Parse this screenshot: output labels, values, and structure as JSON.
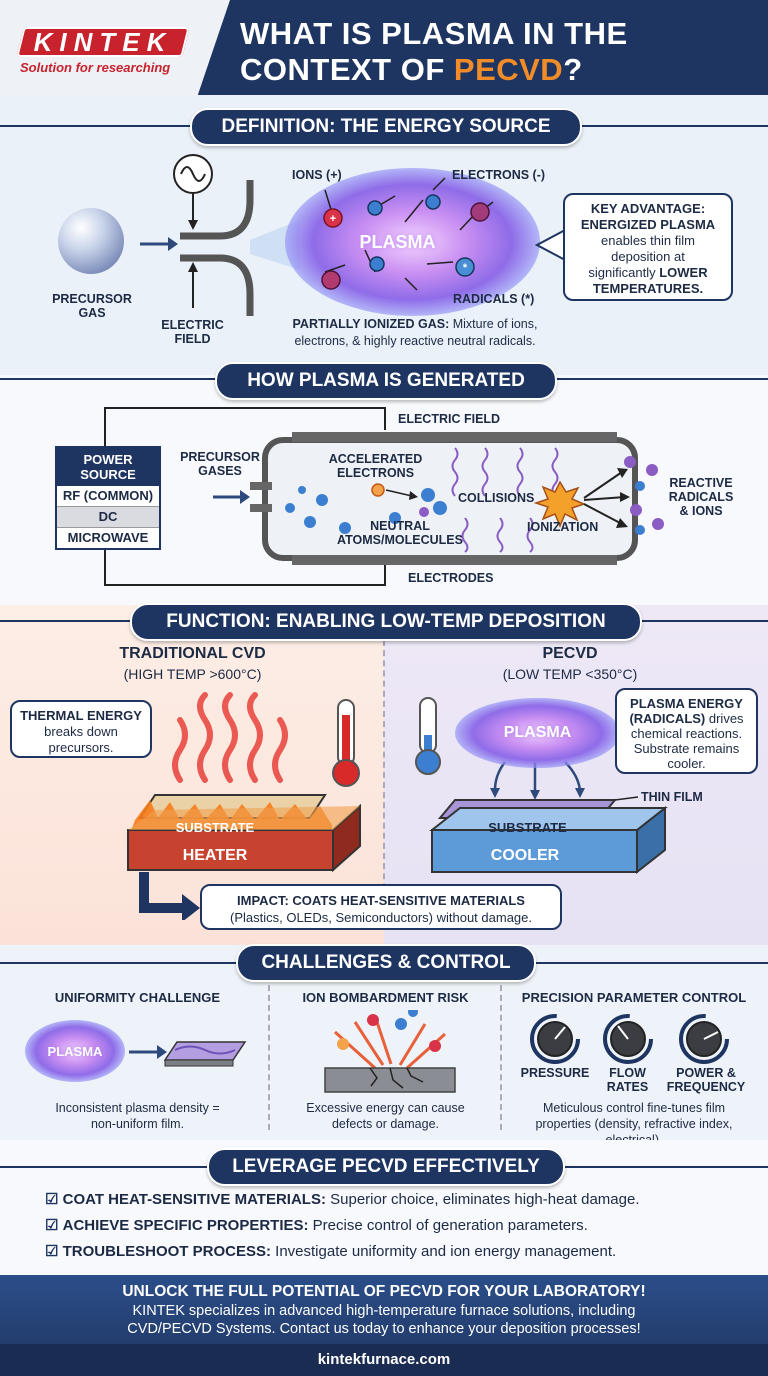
{
  "header": {
    "logo": "KINTEK",
    "tagline": "Solution for researching",
    "title_line1": "WHAT IS PLASMA IN THE",
    "title_line2_prefix": "CONTEXT OF ",
    "title_accent": "PECVD",
    "title_suffix": "?"
  },
  "definition": {
    "banner": "DEFINITION: THE ENERGY SOURCE",
    "precursor_gas": [
      "PRECURSOR",
      "GAS"
    ],
    "electric_field": [
      "ELECTRIC",
      "FIELD"
    ],
    "ions": "IONS (+)",
    "electrons": "ELECTRONS (-)",
    "plasma": "PLASMA",
    "radicals": "RADICALS (*)",
    "partial_bold": "PARTIALLY IONIZED GAS:",
    "partial_text1": " Mixture of ions,",
    "partial_text2": "electrons, & highly reactive neutral radicals.",
    "key_title1": "KEY ADVANTAGE:",
    "key_title2": "ENERGIZED PLASMA",
    "key_body1": "enables thin film",
    "key_body2": "deposition at",
    "key_body3": "significantly",
    "key_lower": "LOWER",
    "key_temps": "TEMPERATURES."
  },
  "generation": {
    "banner": "HOW PLASMA IS GENERATED",
    "power_title": [
      "POWER",
      "SOURCE"
    ],
    "power_options": [
      "RF (COMMON)",
      "DC",
      "MICROWAVE"
    ],
    "electric_field": "ELECTRIC FIELD",
    "precursor_gases": [
      "PRECURSOR",
      "GASES"
    ],
    "accelerated": [
      "ACCELERATED",
      "ELECTRONS"
    ],
    "collisions": "COLLISIONS",
    "neutral": [
      "NEUTRAL",
      "ATOMS/MOLECULES"
    ],
    "ionization": "IONIZATION",
    "reactive": [
      "REACTIVE",
      "RADICALS",
      "& IONS"
    ],
    "electrodes": "ELECTRODES"
  },
  "function": {
    "banner": "FUNCTION: ENABLING LOW-TEMP DEPOSITION",
    "trad_title": "TRADITIONAL CVD",
    "trad_sub": "(HIGH TEMP >600°C)",
    "thermal_title": "THERMAL ENERGY",
    "thermal_body": [
      "breaks down",
      "precursors."
    ],
    "substrate": "SUBSTRATE",
    "heater": "HEATER",
    "pecvd_title": "PECVD",
    "pecvd_sub": "(LOW TEMP <350°C)",
    "plasma": "PLASMA",
    "plasma_energy_title": [
      "PLASMA ENERGY",
      "(RADICALS)"
    ],
    "plasma_energy_body": [
      " drives",
      "chemical reactions.",
      "Substrate remains",
      "cooler."
    ],
    "thin_film": "THIN FILM",
    "cooler": "COOLER",
    "impact_bold": "IMPACT: COATS HEAT-SENSITIVE MATERIALS",
    "impact_body": "(Plastics, OLEDs, Semiconductors) without damage."
  },
  "challenges": {
    "banner": "CHALLENGES & CONTROL",
    "uniformity_title": "UNIFORMITY CHALLENGE",
    "plasma": "PLASMA",
    "uniformity_body": [
      "Inconsistent plasma density =",
      "non-uniform film."
    ],
    "ion_title": "ION BOMBARDMENT RISK",
    "ion_body": [
      "Excessive energy can cause",
      "defects or damage."
    ],
    "precision_title": "PRECISION PARAMETER CONTROL",
    "knobs": [
      [
        "PRESSURE"
      ],
      [
        "FLOW",
        "RATES"
      ],
      [
        "POWER &",
        "FREQUENCY"
      ]
    ],
    "precision_body": [
      "Meticulous control fine-tunes film",
      "properties (density, refractive index,",
      "electrical)."
    ]
  },
  "leverage": {
    "banner": "LEVERAGE PECVD EFFECTIVELY",
    "items": [
      {
        "bold": "COAT HEAT-SENSITIVE MATERIALS:",
        "text": " Superior choice, eliminates high-heat damage."
      },
      {
        "bold": "ACHIEVE SPECIFIC PROPERTIES:",
        "text": " Precise control of generation parameters."
      },
      {
        "bold": "TROUBLESHOOT PROCESS:",
        "text": " Investigate uniformity and ion energy management."
      }
    ]
  },
  "footer": {
    "cta": "UNLOCK THE FULL POTENTIAL OF PECVD FOR YOUR LABORATORY!",
    "body1": "KINTEK specializes in advanced high-temperature furnace solutions, including",
    "body2": "CVD/PECVD Systems. Contact us today to enhance your deposition processes!",
    "url": "kintekfurnace.com"
  },
  "colors": {
    "navy": "#1f3561",
    "accent": "#f28c28",
    "red": "#c8232c"
  }
}
